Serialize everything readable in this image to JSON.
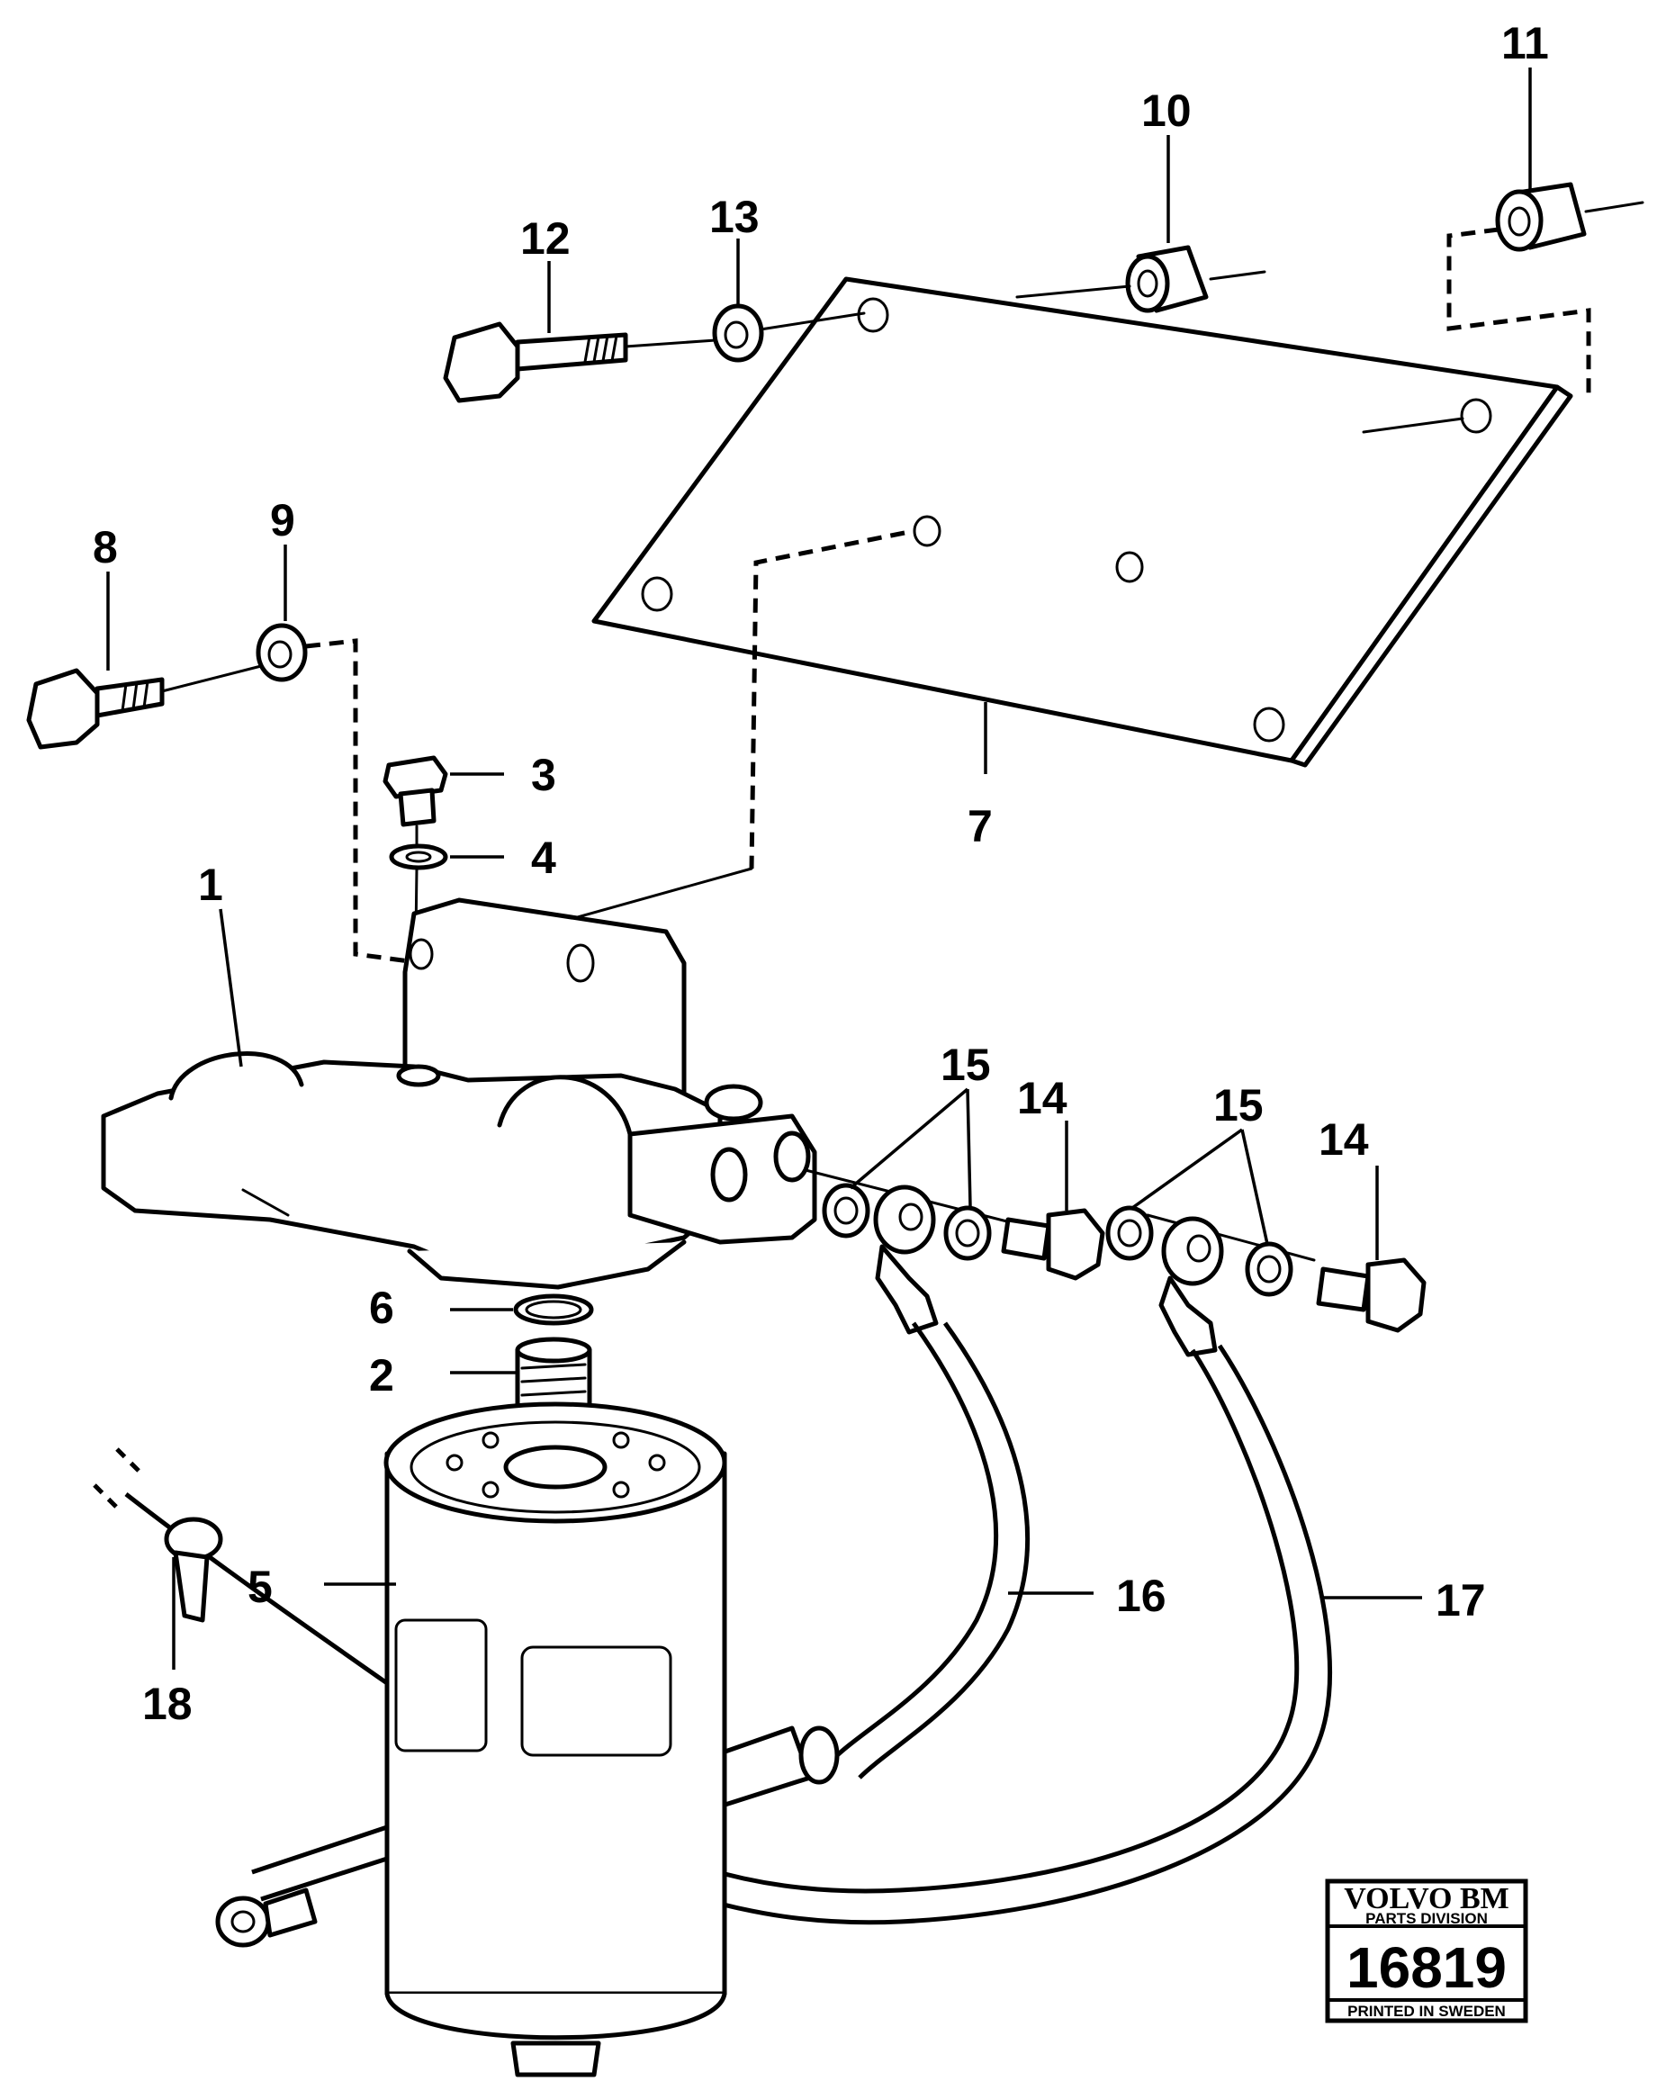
{
  "callouts": {
    "c1": "1",
    "c2": "2",
    "c3": "3",
    "c4": "4",
    "c5": "5",
    "c6": "6",
    "c7": "7",
    "c8": "8",
    "c9": "9",
    "c10": "10",
    "c11": "11",
    "c12": "12",
    "c13": "13",
    "c14a": "14",
    "c14b": "14",
    "c15a": "15",
    "c15b": "15",
    "c16": "16",
    "c17": "17",
    "c18": "18"
  },
  "brand": {
    "name": "VOLVO BM",
    "division": "PARTS DIVISION",
    "number": "16819",
    "footer": "PRINTED IN SWEDEN"
  }
}
